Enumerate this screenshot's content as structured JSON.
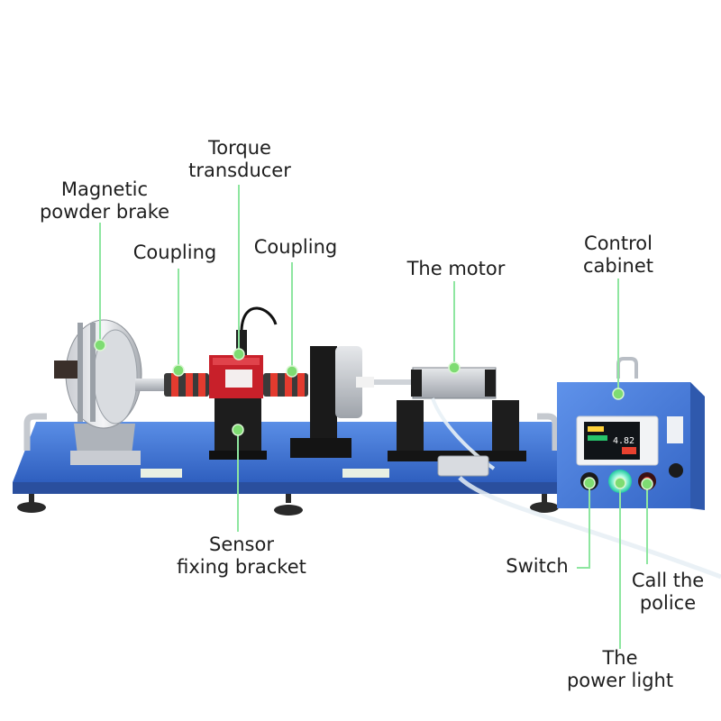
{
  "colors": {
    "accent_line": "#8ee6a0",
    "accent_dot": "#7edc72",
    "table_blue": "#3f74d8",
    "cabinet_blue": "#4a7fdd",
    "component_red": "#c8202a"
  },
  "callouts": {
    "magnetic_powder_brake": {
      "line1": "Magnetic",
      "line2": "powder brake",
      "icon": "callout-dot"
    },
    "coupling_left": {
      "line1": "Coupling",
      "icon": "callout-dot"
    },
    "torque_transducer": {
      "line1": "Torque",
      "line2": "transducer",
      "icon": "callout-dot"
    },
    "coupling_right": {
      "line1": "Coupling",
      "icon": "callout-dot"
    },
    "the_motor": {
      "line1": "The motor",
      "icon": "callout-dot"
    },
    "control_cabinet": {
      "line1": "Control",
      "line2": "cabinet",
      "icon": "callout-dot"
    },
    "sensor_fixing_bracket": {
      "line1": "Sensor",
      "line2": "fixing bracket",
      "icon": "callout-dot"
    },
    "switch": {
      "line1": "Switch",
      "icon": "callout-dot"
    },
    "call_the_police": {
      "line1": "Call the",
      "line2": "police",
      "icon": "callout-dot"
    },
    "the_power_light": {
      "line1": "The",
      "line2": "power light",
      "icon": "callout-dot"
    }
  },
  "display": {
    "readout": "4.82"
  }
}
